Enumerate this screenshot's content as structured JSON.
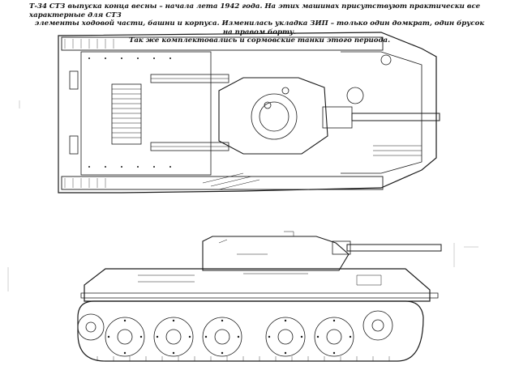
{
  "caption": {
    "line1": "Т-34 СТЗ выпуска конца весны – начала лета 1942 года. На этих машинах присутствуют практически все характерные для СТЗ",
    "line2": "элементы ходовой части, башни и корпуса. Изменилась укладка ЗИП – только один домкрат, один брусок на правом борту.",
    "line3": "Так же комплектовались и сормовские танки этого периода."
  },
  "views": [
    "top-view",
    "side-view"
  ]
}
